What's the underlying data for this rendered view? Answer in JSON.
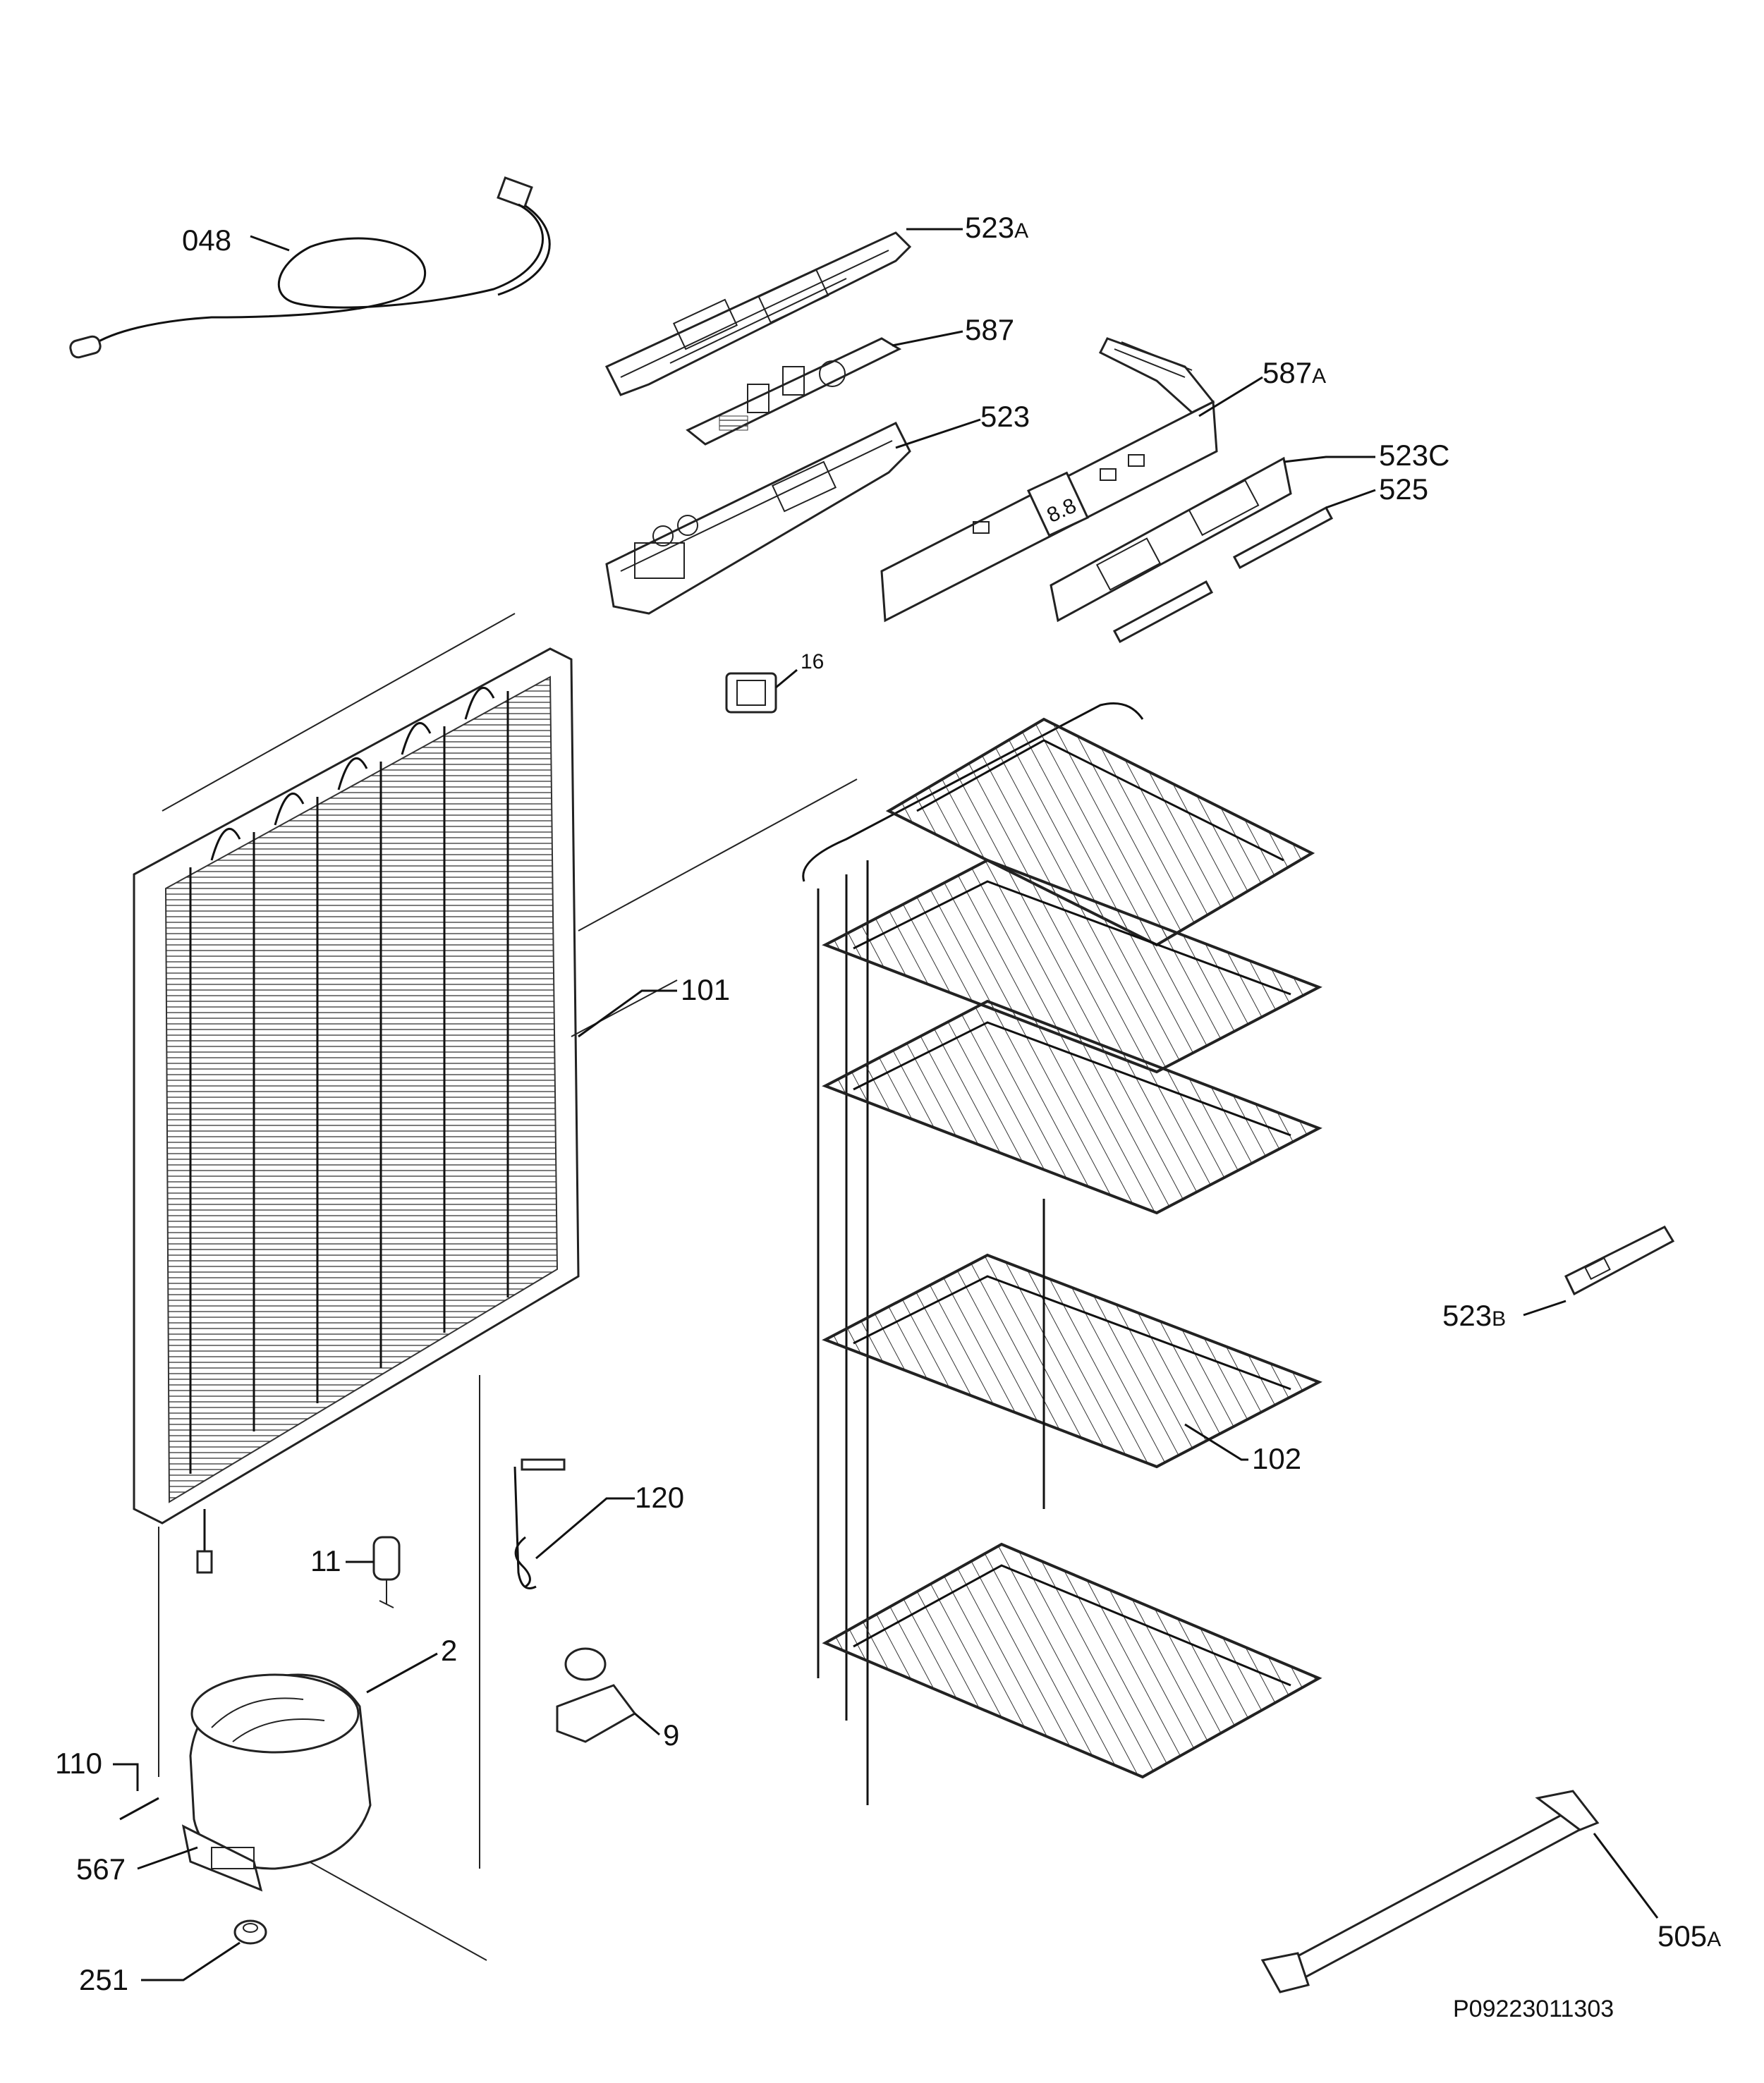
{
  "diagram": {
    "reference_code": "P09223011303",
    "callouts": [
      {
        "id": "048",
        "text": "048"
      },
      {
        "id": "523A",
        "text": "523",
        "suffix": "A"
      },
      {
        "id": "587",
        "text": "587"
      },
      {
        "id": "587A",
        "text": "587",
        "suffix": "A"
      },
      {
        "id": "523",
        "text": "523"
      },
      {
        "id": "523C",
        "text": "523C"
      },
      {
        "id": "525",
        "text": "525"
      },
      {
        "id": "16",
        "text": "16"
      },
      {
        "id": "101",
        "text": "101"
      },
      {
        "id": "523B",
        "text": "523",
        "suffix": "B"
      },
      {
        "id": "102",
        "text": "102"
      },
      {
        "id": "120",
        "text": "120"
      },
      {
        "id": "11",
        "text": "11"
      },
      {
        "id": "2",
        "text": "2"
      },
      {
        "id": "9",
        "text": "9"
      },
      {
        "id": "110",
        "text": "110"
      },
      {
        "id": "567",
        "text": "567"
      },
      {
        "id": "251",
        "text": "251"
      },
      {
        "id": "505A",
        "text": "505",
        "suffix": "A"
      }
    ]
  }
}
